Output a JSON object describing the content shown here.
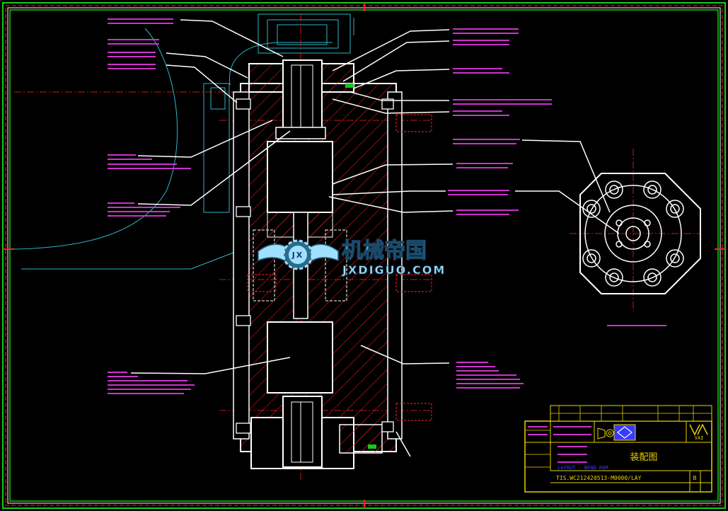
{
  "colors": {
    "background": "#000000",
    "frame_green": "#19c819",
    "frame_red": "#ff2020",
    "outline_white": "#ffffff",
    "hatch_red": "#c82020",
    "leader_white": "#ffffff",
    "label_magenta": "#cc33cc",
    "cyan": "#2ab8c8",
    "title_block_yellow": "#e8d000",
    "title_block_blue": "#3a3aff",
    "watermark_fill": "#9fe0ff"
  },
  "watermark": {
    "cn_text": "机械帝国",
    "en_text": "JXDIGUO.COM",
    "logo_text": "JX",
    "icon": "gear-wings-logo"
  },
  "title_block": {
    "drawing_title": "装配图",
    "subtitle": "LAYOUT - BEND RAM",
    "drawing_number": "TIS.WC212420513-M0000/LAY",
    "revision": "B",
    "company_mark": "VAI",
    "projection_icon": "third-angle-projection-icon",
    "logo_icon": "company-emblem-icon"
  }
}
